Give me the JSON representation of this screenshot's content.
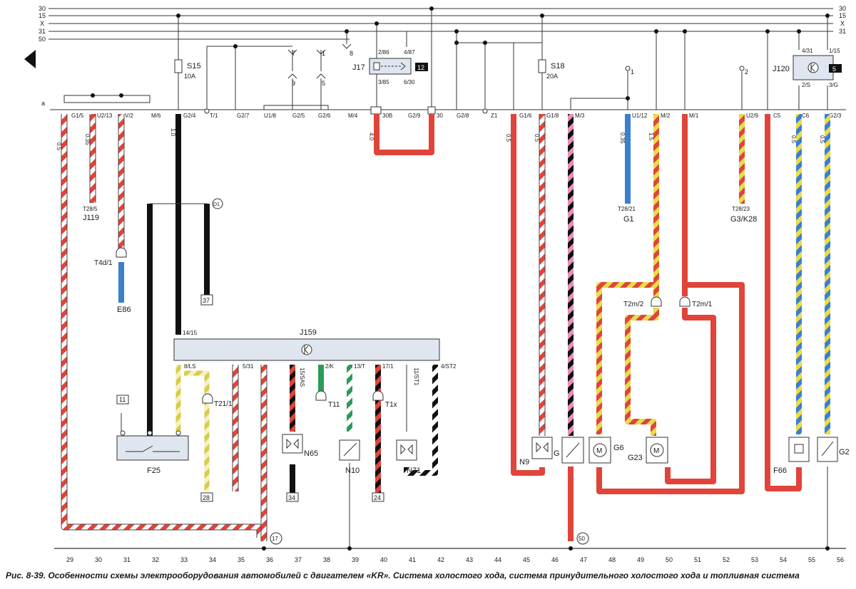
{
  "caption": "Рис. 8-39. Особенности схемы электрооборудования автомобилей с двигателем «KR». Система холостого хода, система принудительного холостого хода и топливная система",
  "buses": [
    "30",
    "15",
    "X",
    "31",
    "50"
  ],
  "wire_a": "a",
  "fuses": [
    {
      "name": "S15",
      "rating": "10A"
    },
    {
      "name": "S18",
      "rating": "20A"
    }
  ],
  "relays": [
    {
      "name": "J17",
      "number": "12",
      "pins": [
        "2/86",
        "4/87",
        "3/85",
        "6/30"
      ]
    },
    {
      "name": "J120",
      "number": "5",
      "pins": [
        "4/31",
        "1/15",
        "2/S",
        "3/G"
      ]
    }
  ],
  "switch_pins": [
    "7",
    "1",
    "8",
    "9",
    "5"
  ],
  "connector_labels": [
    "G1/5",
    "U2/13",
    "V/2",
    "M/6",
    "G2/4",
    "T/1",
    "G2/7",
    "U1/8",
    "G2/5",
    "G2/6",
    "M/4",
    "30B",
    "G2/9",
    "30",
    "G2/8",
    "Z1",
    "G1/6",
    "G1/8",
    "M/3",
    "U1/12",
    "M/2",
    "M/1",
    "U2/9",
    "C5",
    "C6",
    "G2/3"
  ],
  "ref_1": "1",
  "ref_2": "2",
  "wire_sizes": {
    "w29": "0.5",
    "w30": "0.35",
    "w33": "1.0",
    "wj17": "4.0",
    "w45": "0.5",
    "w46": "0.5",
    "w49": "0.35",
    "w50": "1.5",
    "w55": "0.5",
    "w56": "0.5"
  },
  "components": {
    "j119": "J119",
    "j119_pin": "T28/5",
    "g1": "G1",
    "g1_pin": "T28/21",
    "g3k28": "G3/K28",
    "g3k28_pin": "T28/23",
    "t4d": "T4d/1",
    "e86": "E86",
    "d1": "D1",
    "ref37": "37",
    "j159": "J159",
    "j159_pin_top": "14/15",
    "j159_pins": [
      "8/LS",
      "5/31",
      "15/SAS",
      "2/K",
      "13/T",
      "17/1",
      "11/ST1",
      "4/ST2"
    ],
    "t21": "T21/1",
    "t11": "T11",
    "t1x": "T1x",
    "f25": "F25",
    "n65": "N65",
    "n10": "N10",
    "n71": "N71",
    "ref11": "11",
    "ref28": "28",
    "ref34": "34",
    "ref24": "24",
    "t2m2": "T2m/2",
    "t2m1": "T2m/1",
    "n9": "N9",
    "g": "G",
    "g6": "G6",
    "g23": "G23",
    "f66": "F66",
    "g2": "G2",
    "ref17": "17",
    "ref50": "50"
  },
  "ground_numbers": [
    "29",
    "30",
    "31",
    "32",
    "33",
    "34",
    "35",
    "36",
    "37",
    "38",
    "39",
    "40",
    "41",
    "42",
    "43",
    "44",
    "45",
    "46",
    "47",
    "48",
    "49",
    "50",
    "51",
    "52",
    "53",
    "54",
    "55",
    "56"
  ],
  "wire_colors": {
    "red": "#e0443a",
    "black": "#111111",
    "blue": "#3a7fd0",
    "yellow": "#e8dc4a",
    "green": "#2e9a5a",
    "pink": "#e88fb8",
    "white": "#ffffff",
    "box": "#dfe6ef"
  }
}
